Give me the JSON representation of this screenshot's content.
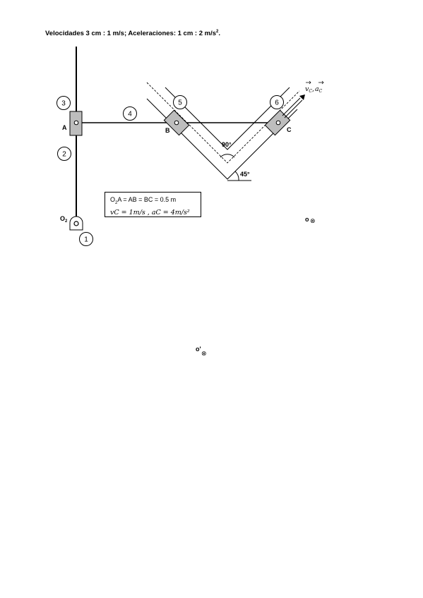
{
  "header": {
    "prefix": "Velocidades 3 cm : 1 m/s; Aceleraciones: 1 cm : 2 m/s",
    "exp": "2",
    "suffix": "."
  },
  "members": [
    "1",
    "2",
    "3",
    "4",
    "5",
    "6"
  ],
  "points": {
    "A": "A",
    "B": "B",
    "C": "C",
    "O2_main": "O",
    "O2_sub": "2"
  },
  "angles": {
    "top": "90°",
    "base": "45°"
  },
  "vector_labels": {
    "v": "v",
    "v_sub": "C",
    "a": "a",
    "a_sub": "C",
    "sep": ","
  },
  "info": {
    "line1_pre": "O",
    "line1_sub": "2",
    "line1_post": "A = AB = BC = 0.5 m",
    "line2": "vC = 1m/s , aC = 4m/s²"
  },
  "centers": {
    "o": "o",
    "o2": "o'",
    "mark": "⊗"
  }
}
